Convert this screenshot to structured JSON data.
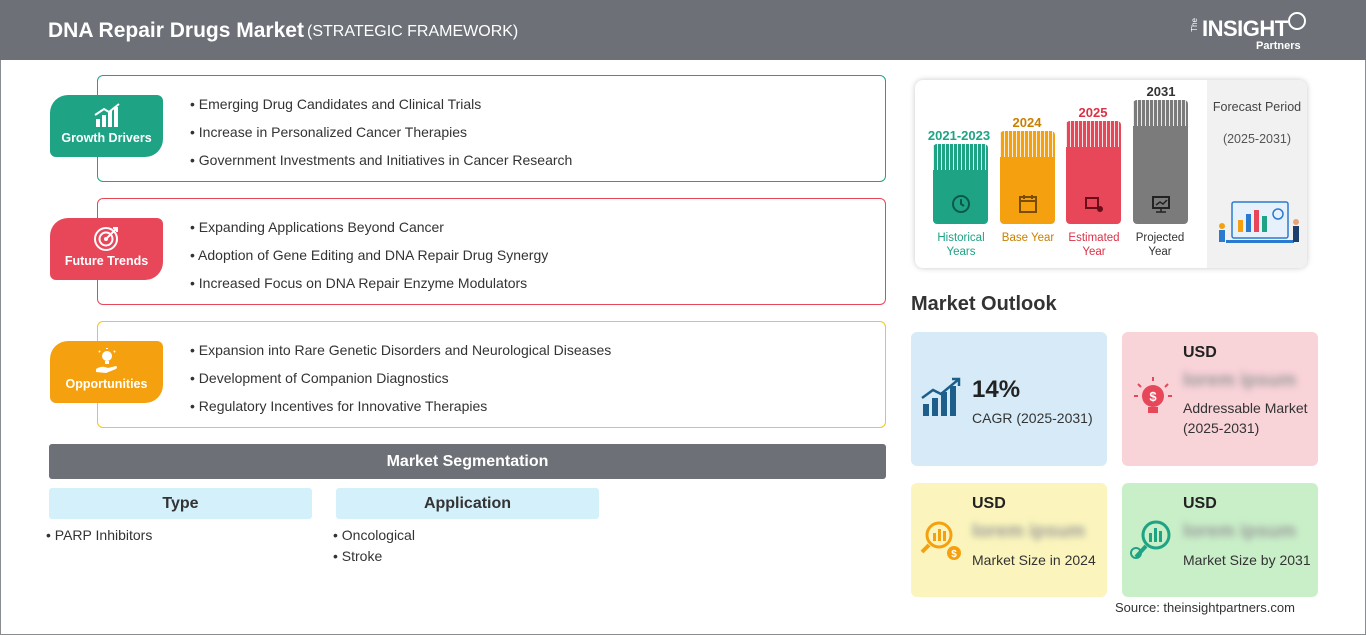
{
  "header": {
    "title": "DNA Repair Drugs Market",
    "subtitle": "(STRATEGIC FRAMEWORK)",
    "logo_the": "The",
    "logo_insight": "INSIGHT",
    "logo_partners": "Partners"
  },
  "framework": [
    {
      "label": "Growth Drivers",
      "color": "#1ea385",
      "icon": "growth-chart-icon",
      "items": [
        "Emerging Drug Candidates and Clinical Trials",
        "Increase in Personalized Cancer Therapies",
        "Government Investments and Initiatives in Cancer Research"
      ]
    },
    {
      "label": "Future Trends",
      "color": "#e8475a",
      "icon": "target-icon",
      "items": [
        "Expanding Applications Beyond Cancer",
        "Adoption of Gene Editing and DNA Repair Drug Synergy",
        "Increased Focus on DNA Repair Enzyme Modulators"
      ]
    },
    {
      "label": "Opportunities",
      "color": "#f5a10f",
      "icon": "lightbulb-hand-icon",
      "items": [
        "Expansion into Rare Genetic Disorders and Neurological Diseases",
        "Development of Companion Diagnostics",
        "Regulatory Incentives for Innovative Therapies"
      ]
    }
  ],
  "segmentation": {
    "title": "Market Segmentation",
    "type": {
      "heading": "Type",
      "items": [
        "PARP Inhibitors"
      ]
    },
    "application": {
      "heading": "Application",
      "items": [
        "Oncological",
        "Stroke"
      ]
    }
  },
  "timeline": {
    "forecast_title": "Forecast Period",
    "forecast_period": "(2025-2031)",
    "bars": [
      {
        "year": "2021-2023",
        "label": "Historical Years",
        "color": "#1ea385",
        "icon": "history-icon"
      },
      {
        "year": "2024",
        "label": "Base Year",
        "color": "#f5a10f",
        "icon": "calendar-icon"
      },
      {
        "year": "2025",
        "label": "Estimated Year",
        "color": "#e8475a",
        "icon": "estimate-icon"
      },
      {
        "year": "2031",
        "label": "Projected Year",
        "color": "#7b7b7b",
        "icon": "presentation-icon"
      }
    ]
  },
  "outlook": {
    "title": "Market Outlook",
    "cagr": {
      "value": "14%",
      "label": "CAGR (2025-2031)",
      "bg": "#d6ebf7"
    },
    "addressable": {
      "currency": "USD",
      "value": "lorem ipsum",
      "label": "Addressable Market (2025-2031)",
      "bg": "#f8d3d8"
    },
    "size2024": {
      "currency": "USD",
      "value": "lorem ipsum",
      "label": "Market Size in 2024",
      "bg": "#fbf5bd"
    },
    "size2031": {
      "currency": "USD",
      "value": "lorem ipsum",
      "label": "Market Size by 2031",
      "bg": "#c9efc9"
    }
  },
  "source": "Source: theinsightpartners.com"
}
